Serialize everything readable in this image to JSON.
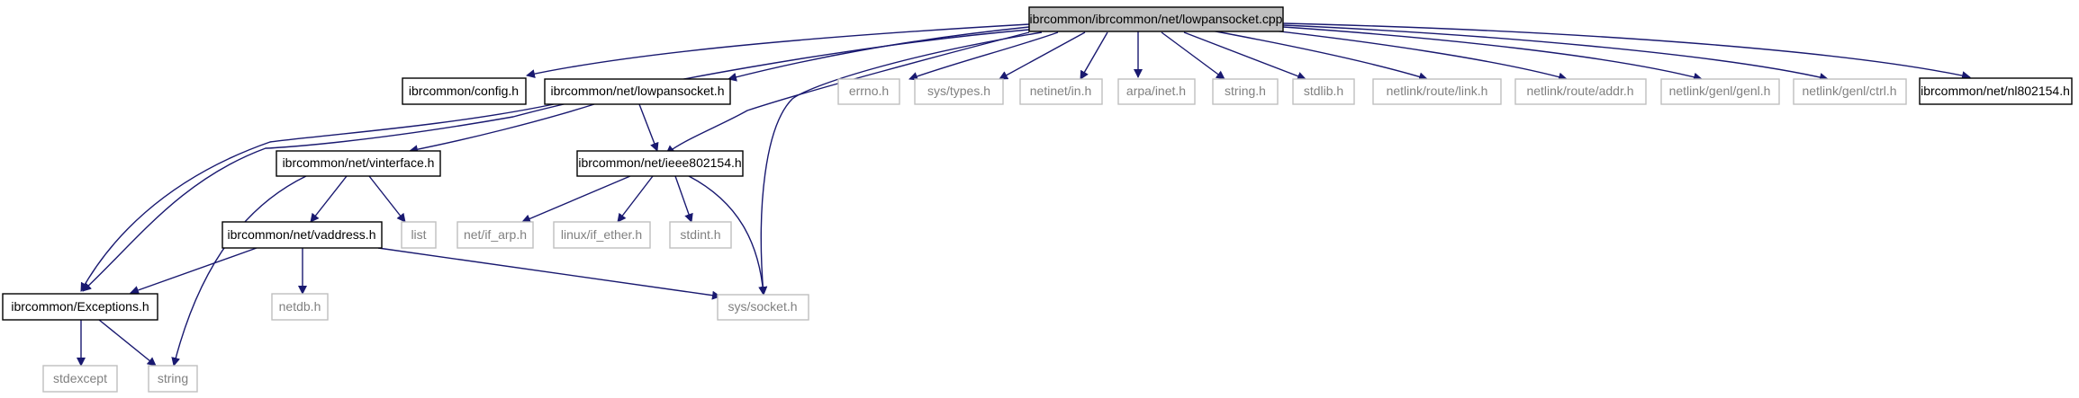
{
  "diagram": {
    "colors": {
      "edge": "#191970",
      "root_fill": "#bfbfbf",
      "grey_border": "#bfbfbf",
      "grey_text": "#808080"
    },
    "nodes": {
      "root": "ibrcommon/ibrcommon/net/lowpansocket.cpp",
      "config": "ibrcommon/config.h",
      "lowpansocket": "ibrcommon/net/lowpansocket.h",
      "errno": "errno.h",
      "systypes": "sys/types.h",
      "netinetin": "netinet/in.h",
      "arpainet": "arpa/inet.h",
      "string_h": "string.h",
      "stdlib": "stdlib.h",
      "routelink": "netlink/route/link.h",
      "routeaddr": "netlink/route/addr.h",
      "genlgenl": "netlink/genl/genl.h",
      "genlctrl": "netlink/genl/ctrl.h",
      "nl802154": "ibrcommon/net/nl802154.h",
      "vinterface": "ibrcommon/net/vinterface.h",
      "ieee802154": "ibrcommon/net/ieee802154.h",
      "list": "list",
      "vaddress": "ibrcommon/net/vaddress.h",
      "ifarp": "net/if_arp.h",
      "ifether": "linux/if_ether.h",
      "stdint": "stdint.h",
      "exceptions": "ibrcommon/Exceptions.h",
      "netdb": "netdb.h",
      "syssocket": "sys/socket.h",
      "stdexcept": "stdexcept",
      "string": "string"
    }
  }
}
